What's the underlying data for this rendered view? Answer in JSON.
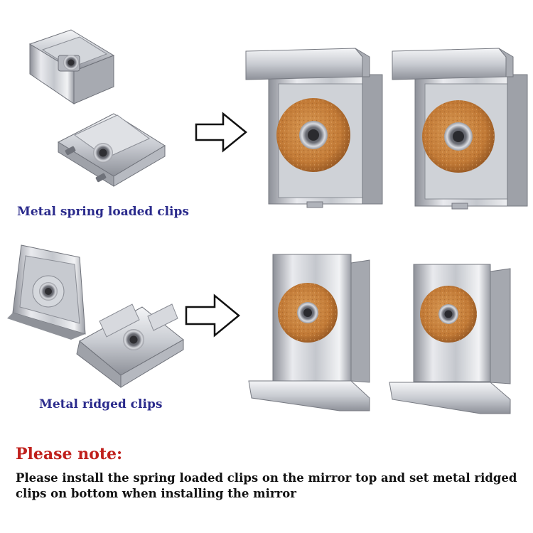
{
  "captions": {
    "spring": "Metal spring loaded clips",
    "ridged": "Metal ridged clips"
  },
  "note": {
    "title": "Please note:",
    "body": "Please install the spring loaded clips on the mirror top and set metal ridged clips on bottom when installing the mirror"
  },
  "colors": {
    "caption": "#2b2b8c",
    "note_title": "#c0201c",
    "note_body": "#111111",
    "metal_light": "#e8e9ec",
    "metal_mid": "#b9bcc2",
    "metal_dark": "#7d8189",
    "cork": "#c9833f"
  },
  "icons": [
    "arrow-right-icon",
    "arrow-right-icon"
  ]
}
